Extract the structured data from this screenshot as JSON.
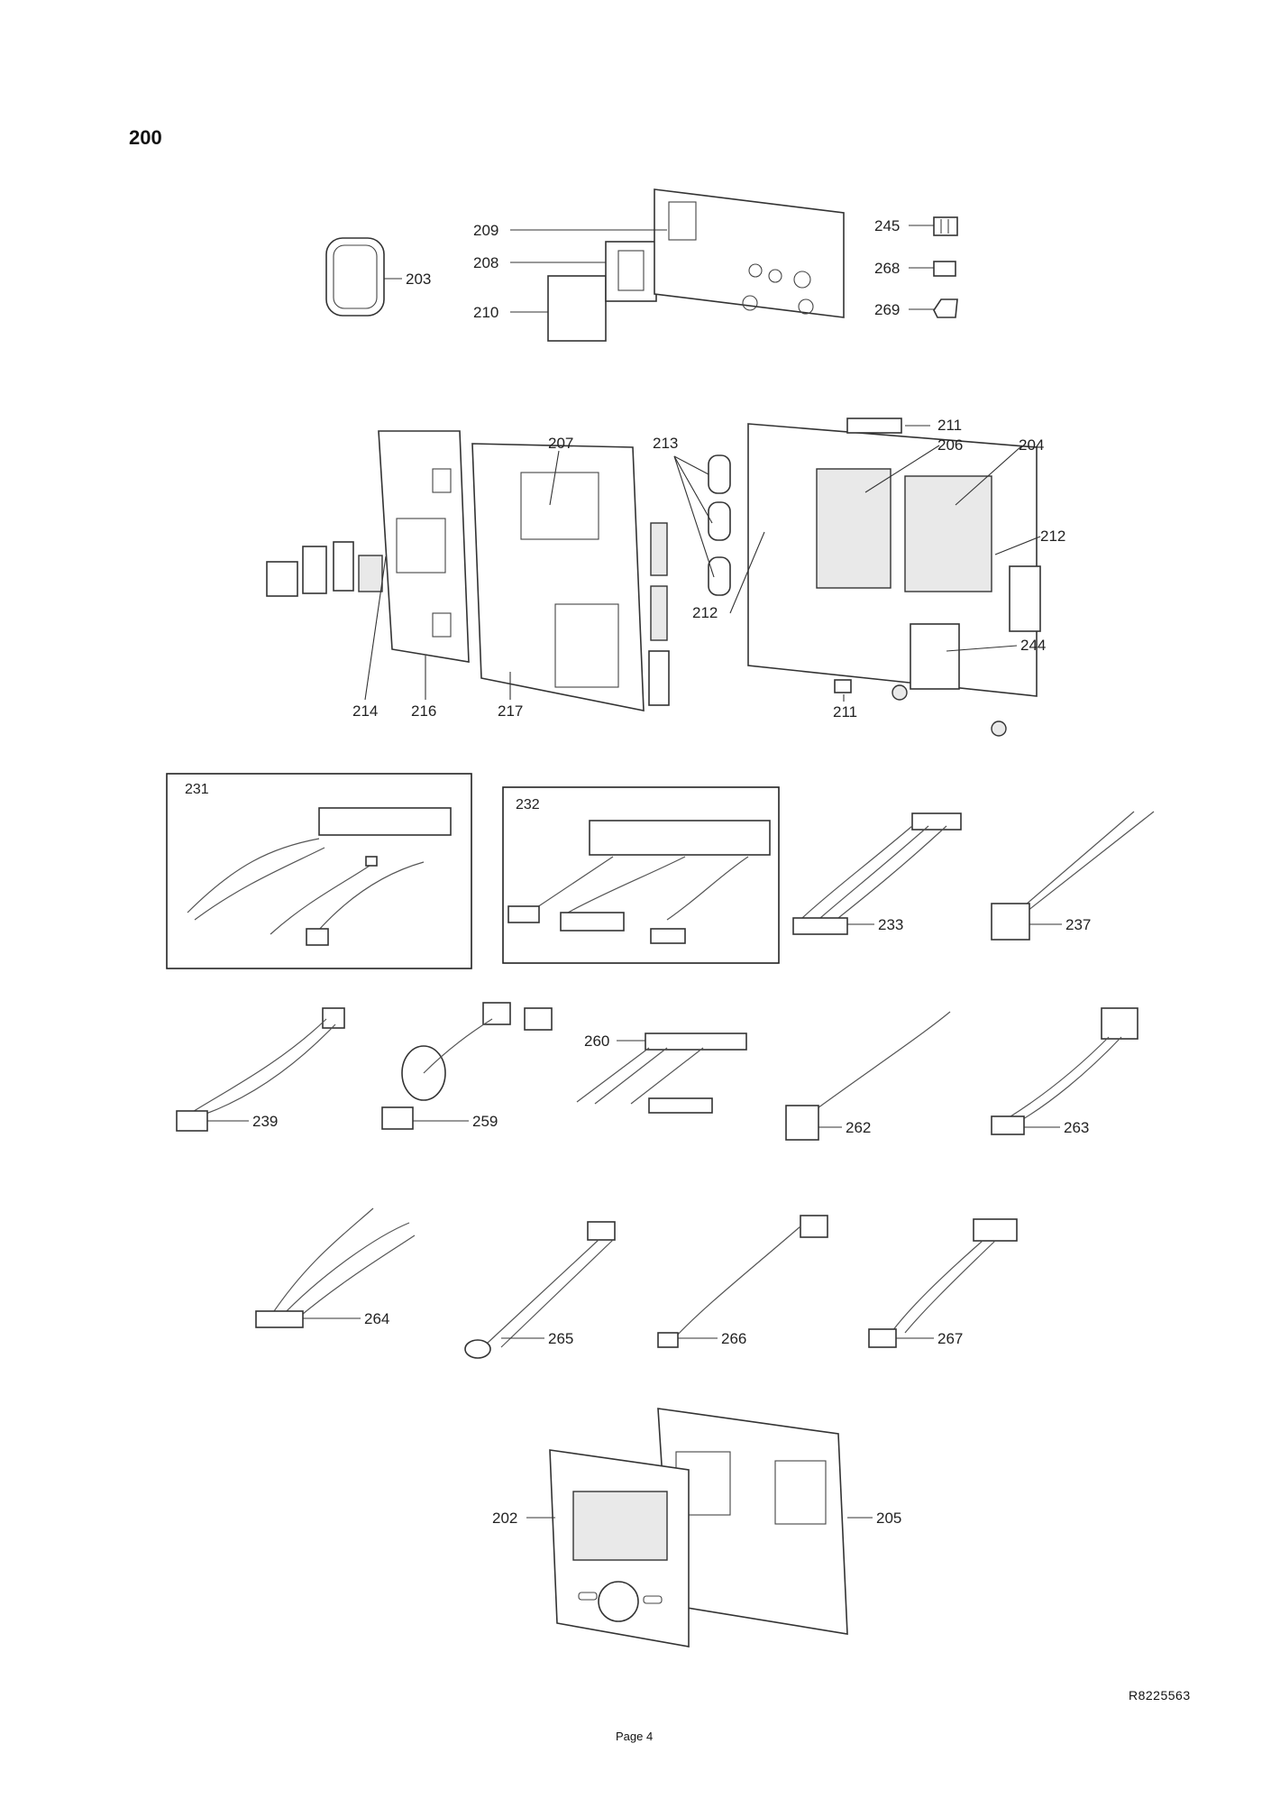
{
  "header": {
    "title": "200"
  },
  "footer": {
    "page": "Page 4",
    "drawing_ref": "R8225563"
  },
  "callouts": {
    "c202": "202",
    "c203": "203",
    "c204": "204",
    "c205": "205",
    "c206": "206",
    "c207": "207",
    "c208": "208",
    "c209": "209",
    "c210": "210",
    "c211": "211",
    "c212": "212",
    "c213": "213",
    "c214": "214",
    "c216": "216",
    "c217": "217",
    "c231": "231",
    "c232": "232",
    "c233": "233",
    "c237": "237",
    "c239": "239",
    "c244": "244",
    "c245": "245",
    "c259": "259",
    "c260": "260",
    "c262": "262",
    "c263": "263",
    "c264": "264",
    "c265": "265",
    "c266": "266",
    "c267": "267",
    "c268": "268",
    "c269": "269"
  }
}
